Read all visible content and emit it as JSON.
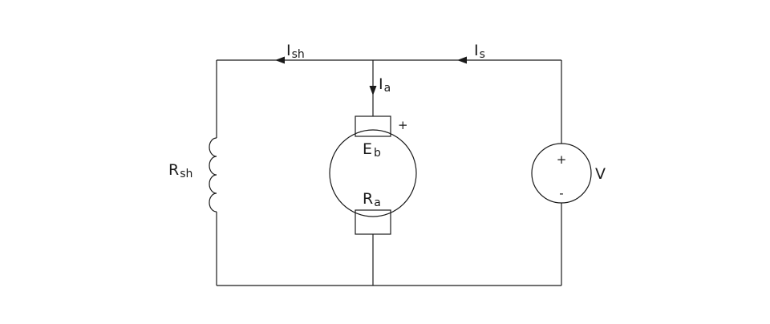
{
  "labels": {
    "shunt_current": {
      "main": "I",
      "sub": "sh"
    },
    "supply_current": {
      "main": "I",
      "sub": "s"
    },
    "armature_current": {
      "main": "I",
      "sub": "a"
    },
    "shunt_resistance": {
      "main": "R",
      "sub": "sh"
    },
    "back_emf": {
      "main": "E",
      "sub": "b"
    },
    "armature_resistance": {
      "main": "R",
      "sub": "a"
    },
    "supply_voltage": "V",
    "armature_polarity": "+",
    "source_plus": "+",
    "source_minus": "-"
  },
  "colors": {
    "line": "#1a1a1a",
    "background": "#ffffff"
  }
}
